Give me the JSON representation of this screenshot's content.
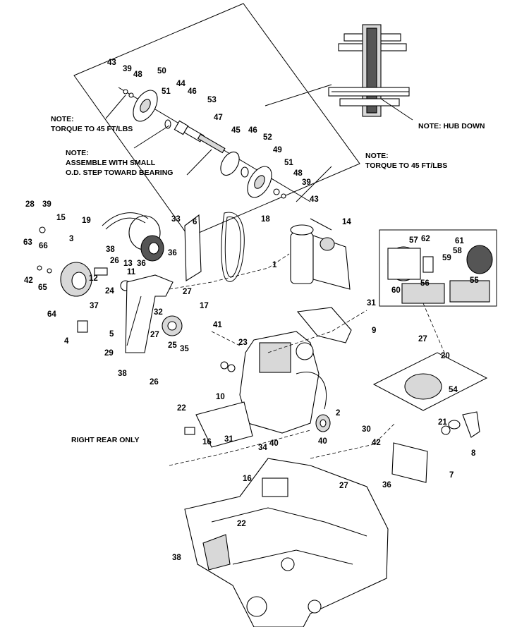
{
  "notes": {
    "torque_left": "NOTE:\nTORQUE TO 45 FT/LBS",
    "assemble": "NOTE:\nASSEMBLE WITH SMALL\nO.D. STEP TOWARD BEARING",
    "torque_right": "NOTE:\nTORQUE TO 45 FT/LBS",
    "hub_down": "NOTE: HUB DOWN",
    "right_rear_only": "RIGHT REAR ONLY"
  },
  "callouts": [
    {
      "id": "c43a",
      "text": "43"
    },
    {
      "id": "c39a",
      "text": "39"
    },
    {
      "id": "c48a",
      "text": "48"
    },
    {
      "id": "c50",
      "text": "50"
    },
    {
      "id": "c51a",
      "text": "51"
    },
    {
      "id": "c44",
      "text": "44"
    },
    {
      "id": "c46a",
      "text": "46"
    },
    {
      "id": "c53",
      "text": "53"
    },
    {
      "id": "c47",
      "text": "47"
    },
    {
      "id": "c45",
      "text": "45"
    },
    {
      "id": "c46b",
      "text": "46"
    },
    {
      "id": "c52",
      "text": "52"
    },
    {
      "id": "c49",
      "text": "49"
    },
    {
      "id": "c51b",
      "text": "51"
    },
    {
      "id": "c48b",
      "text": "48"
    },
    {
      "id": "c39b",
      "text": "39"
    },
    {
      "id": "c43b",
      "text": "43"
    },
    {
      "id": "c28",
      "text": "28"
    },
    {
      "id": "c39c",
      "text": "39"
    },
    {
      "id": "c15",
      "text": "15"
    },
    {
      "id": "c19",
      "text": "19"
    },
    {
      "id": "c33",
      "text": "33"
    },
    {
      "id": "c6",
      "text": "6"
    },
    {
      "id": "c18",
      "text": "18"
    },
    {
      "id": "c14",
      "text": "14"
    },
    {
      "id": "c63",
      "text": "63"
    },
    {
      "id": "c66",
      "text": "66"
    },
    {
      "id": "c3",
      "text": "3"
    },
    {
      "id": "c38a",
      "text": "38"
    },
    {
      "id": "c26a",
      "text": "26"
    },
    {
      "id": "c13",
      "text": "13"
    },
    {
      "id": "c36a",
      "text": "36"
    },
    {
      "id": "c12",
      "text": "12"
    },
    {
      "id": "c11",
      "text": "11"
    },
    {
      "id": "c42a",
      "text": "42"
    },
    {
      "id": "c65",
      "text": "65"
    },
    {
      "id": "c24",
      "text": "24"
    },
    {
      "id": "c36b",
      "text": "36"
    },
    {
      "id": "c27a",
      "text": "27"
    },
    {
      "id": "c1",
      "text": "1"
    },
    {
      "id": "c31a",
      "text": "31"
    },
    {
      "id": "c37",
      "text": "37"
    },
    {
      "id": "c32",
      "text": "32"
    },
    {
      "id": "c17",
      "text": "17"
    },
    {
      "id": "c64",
      "text": "64"
    },
    {
      "id": "c41",
      "text": "41"
    },
    {
      "id": "c9",
      "text": "9"
    },
    {
      "id": "c5",
      "text": "5"
    },
    {
      "id": "c27b",
      "text": "27"
    },
    {
      "id": "c25",
      "text": "25"
    },
    {
      "id": "c35",
      "text": "35"
    },
    {
      "id": "c4",
      "text": "4"
    },
    {
      "id": "c29",
      "text": "29"
    },
    {
      "id": "c23",
      "text": "23"
    },
    {
      "id": "c38b",
      "text": "38"
    },
    {
      "id": "c26b",
      "text": "26"
    },
    {
      "id": "c57",
      "text": "57"
    },
    {
      "id": "c62",
      "text": "62"
    },
    {
      "id": "c61",
      "text": "61"
    },
    {
      "id": "c58",
      "text": "58"
    },
    {
      "id": "c59",
      "text": "59"
    },
    {
      "id": "c56",
      "text": "56"
    },
    {
      "id": "c55",
      "text": "55"
    },
    {
      "id": "c60",
      "text": "60"
    },
    {
      "id": "c27c",
      "text": "27"
    },
    {
      "id": "c20",
      "text": "20"
    },
    {
      "id": "c54",
      "text": "54"
    },
    {
      "id": "c10",
      "text": "10"
    },
    {
      "id": "c2",
      "text": "2"
    },
    {
      "id": "c22a",
      "text": "22"
    },
    {
      "id": "c30",
      "text": "30"
    },
    {
      "id": "c21",
      "text": "21"
    },
    {
      "id": "c16a",
      "text": "16"
    },
    {
      "id": "c31b",
      "text": "31"
    },
    {
      "id": "c40a",
      "text": "40"
    },
    {
      "id": "c34",
      "text": "34"
    },
    {
      "id": "c40b",
      "text": "40"
    },
    {
      "id": "c42b",
      "text": "42"
    },
    {
      "id": "c8",
      "text": "8"
    },
    {
      "id": "c7",
      "text": "7"
    },
    {
      "id": "c36c",
      "text": "36"
    },
    {
      "id": "c16b",
      "text": "16"
    },
    {
      "id": "c27d",
      "text": "27"
    },
    {
      "id": "c22b",
      "text": "22"
    },
    {
      "id": "c38c",
      "text": "38"
    }
  ]
}
